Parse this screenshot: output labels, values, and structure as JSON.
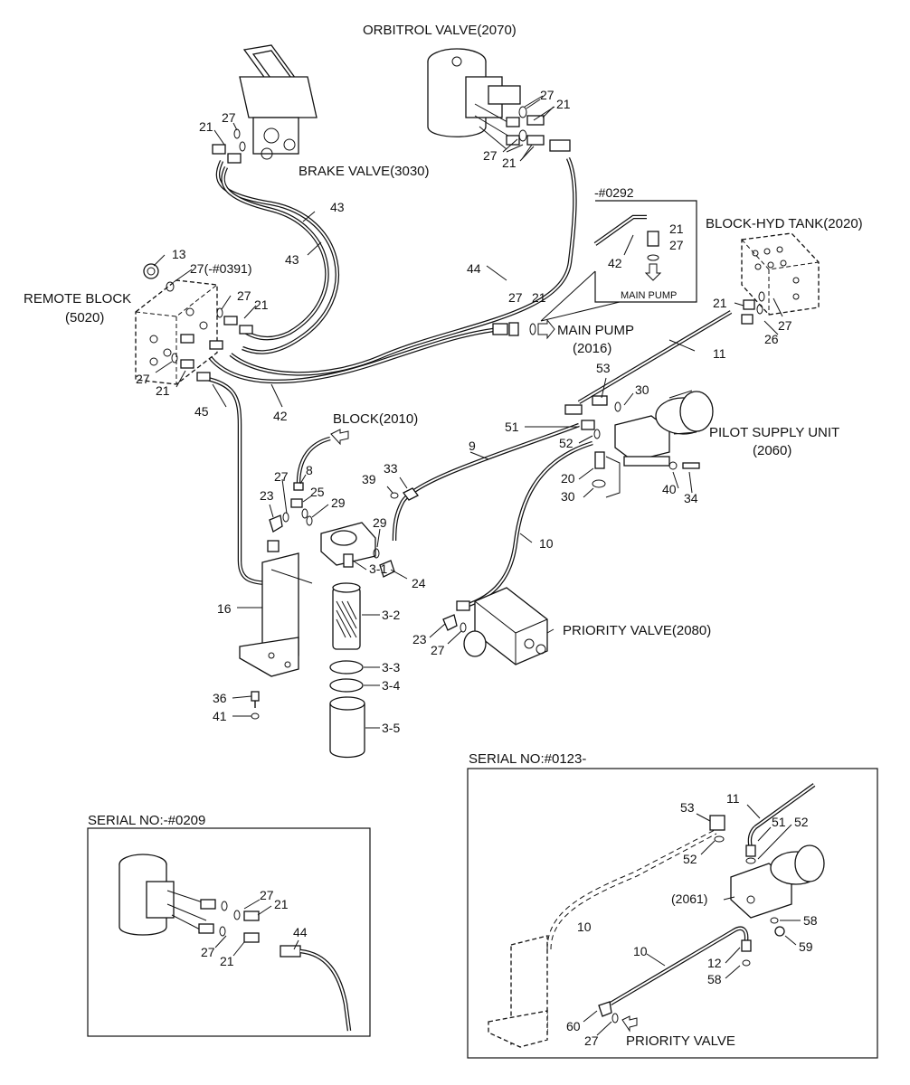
{
  "components": {
    "orbitrol_valve": "ORBITROL VALVE(2070)",
    "brake_valve": "BRAKE VALVE(3030)",
    "block_hyd_tank": "BLOCK-HYD TANK(2020)",
    "remote_block_1": "REMOTE BLOCK",
    "remote_block_2": "(5020)",
    "main_pump_1": "MAIN PUMP",
    "main_pump_2": "(2016)",
    "block_2010": "BLOCK(2010)",
    "pilot_supply_1": "PILOT SUPPLY UNIT",
    "pilot_supply_2": "(2060)",
    "priority_valve": "PRIORITY VALVE(2080)"
  },
  "inset_0292": {
    "serial": "-#0292",
    "main_pump": "MAIN PUMP"
  },
  "inset_0209": {
    "title": "SERIAL NO:-#0209"
  },
  "inset_0123": {
    "title": "SERIAL NO:#0123-",
    "unit": "(2061)",
    "priority_valve": "PRIORITY VALVE"
  },
  "callouts": {
    "n3_1": "3-1",
    "n3_2": "3-2",
    "n3_3": "3-3",
    "n3_4": "3-4",
    "n3_5": "3-5",
    "n8": "8",
    "n9": "9",
    "n10": "10",
    "n11": "11",
    "n13": "13",
    "n16": "16",
    "n20": "20",
    "n21": "21",
    "n23": "23",
    "n24": "24",
    "n25": "25",
    "n26": "26",
    "n27": "27",
    "n27_0391": "27(-#0391)",
    "n29": "29",
    "n30": "30",
    "n33": "33",
    "n34": "34",
    "n36": "36",
    "n39": "39",
    "n40": "40",
    "n41": "41",
    "n42": "42",
    "n43": "43",
    "n44": "44",
    "n45": "45",
    "n51": "51",
    "n52": "52",
    "n53": "53",
    "n12": "12",
    "n58": "58",
    "n59": "59",
    "n60": "60"
  }
}
